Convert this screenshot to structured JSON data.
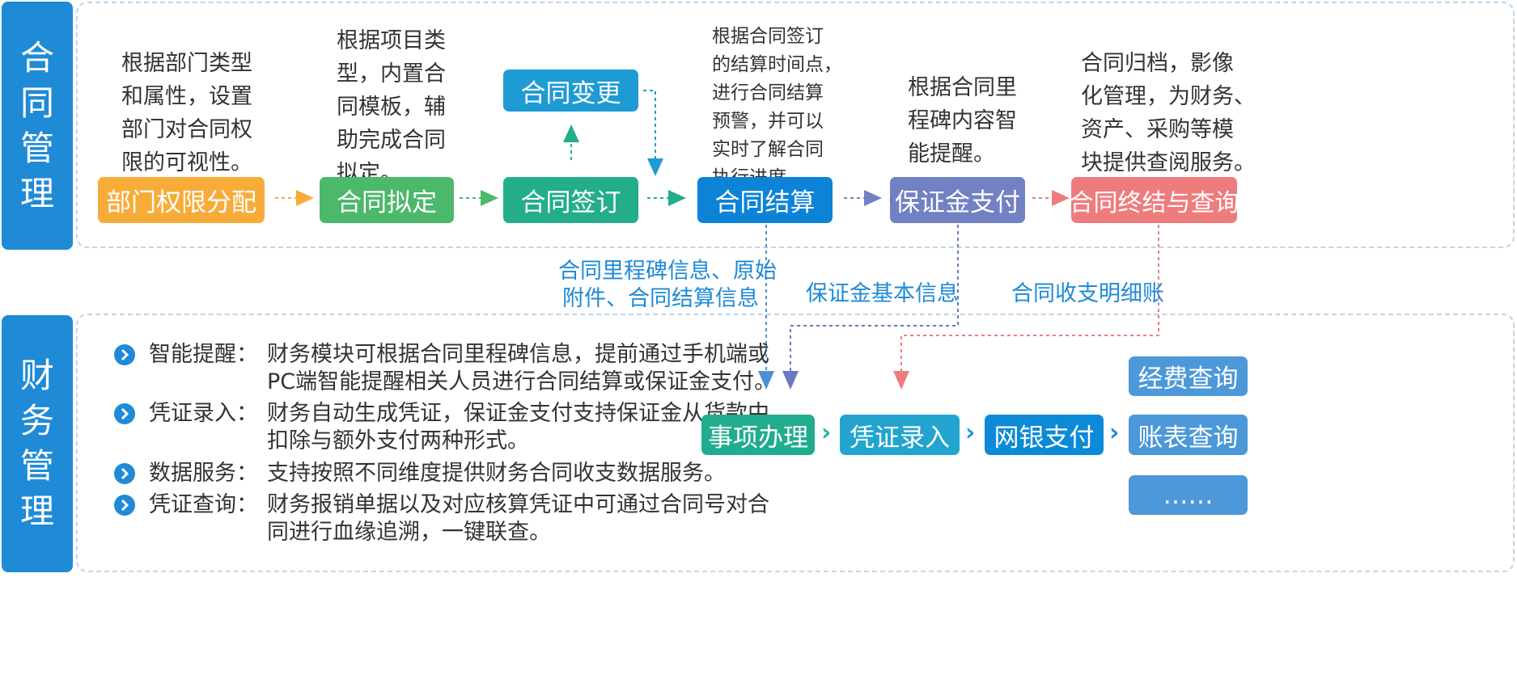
{
  "sections": {
    "contract": [
      "合",
      "同",
      "管",
      "理"
    ],
    "finance": [
      "财",
      "务",
      "管",
      "理"
    ]
  },
  "flow": {
    "dept": "部门权限分配",
    "draft": "合同拟定",
    "sign": "合同签订",
    "change": "合同变更",
    "settle": "合同结算",
    "deposit": "保证金支付",
    "archive": "合同终结与查询"
  },
  "descriptions": {
    "dept": [
      "根据部门类型",
      "和属性，设置",
      "部门对合同权",
      "限的可视性。"
    ],
    "draft": [
      "根据项目类",
      "型，内置合",
      "同模板，辅",
      "助完成合同",
      "拟定。"
    ],
    "settle": [
      "根据合同签订",
      "的结算时间点，",
      "进行合同结算",
      "预警，并可以",
      "实时了解合同",
      "执行进度。"
    ],
    "deposit": [
      "根据合同里",
      "程碑内容智",
      "能提醒。"
    ],
    "archive": [
      "合同归档，影像",
      "化管理，为财务、",
      "资产、采购等模",
      "块提供查阅服务。"
    ]
  },
  "links": {
    "settle_info": [
      "合同里程碑信息、原始",
      "附件、合同结算信息"
    ],
    "deposit_info": "保证金基本信息",
    "ledger_info": "合同收支明细账"
  },
  "features": [
    {
      "head": "智能提醒：",
      "lines": [
        "财务模块可根据合同里程碑信息，提前通过手机端或",
        "PC端智能提醒相关人员进行合同结算或保证金支付。"
      ]
    },
    {
      "head": "凭证录入：",
      "lines": [
        "财务自动生成凭证，保证金支付支持保证金从货款中",
        "扣除与额外支付两种形式。"
      ]
    },
    {
      "head": "数据服务：",
      "lines": [
        "支持按照不同维度提供财务合同收支数据服务。"
      ]
    },
    {
      "head": "凭证查询：",
      "lines": [
        "财务报销单据以及对应核算凭证中可通过合同号对合",
        "同进行血缘追溯，一键联查。"
      ]
    }
  ],
  "finance_flow": {
    "handle": "事项办理",
    "voucher": "凭证录入",
    "bank": "网银支付",
    "expense_query": "经费查询",
    "ledger_query": "账表查询",
    "more": "……"
  },
  "colors": {
    "side": "#1f8ad6",
    "dept": "#f7ac39",
    "draft": "#4cb86a",
    "sign": "#24ad8a",
    "change": "#1f9bd4",
    "settle": "#0c83d6",
    "deposit": "#7280c4",
    "archive": "#ef7c7d",
    "handle": "#20ad8f",
    "voucher": "#22a4cf",
    "bank": "#0c8ad8",
    "query": "#4c98d9"
  }
}
